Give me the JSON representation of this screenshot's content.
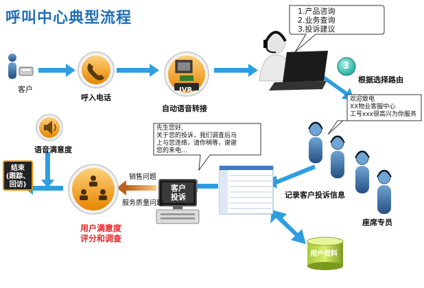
{
  "title": "呼叫中心典型流程",
  "nodes": {
    "customer": "客户",
    "incoming_call": "呼入电话",
    "ivr_tag": "IVR",
    "ivr": "自动语音转接",
    "routing_step": "3",
    "routing": "根据选择路由",
    "satisfaction_voice": "语音满意度",
    "end_lines": [
      "结束",
      "(跟踪、",
      "回访)"
    ],
    "evaluation_lines": [
      "用户满意度",
      "评分和调查"
    ],
    "complaint_lines": [
      "客户",
      "投诉"
    ],
    "sales_issue": "销售问题",
    "service_issue": "服务质量问题",
    "record": "记录客户投诉信息",
    "agents": "座席专员",
    "customer_data": "用户资料"
  },
  "bubbles": {
    "menu": [
      "1.产品咨询",
      "2.业务查询",
      "3.投诉建议"
    ],
    "greeting": [
      "欢迎致电",
      "XX物业客服中心",
      "工号xxx很高兴为你服务"
    ],
    "reply": [
      "先生您好,",
      "关于您的投诉，我们调查后马",
      "上与您连络，请你稍等，谢谢",
      "您的来电…"
    ]
  },
  "colors": {
    "title": "#1f6fb5",
    "arrow": "#2e9ee0",
    "orange_accent": "#f08a00",
    "red_text": "#e8262a",
    "agent_body": "#3b6fa5",
    "step_badge": "#1aa89a"
  },
  "icons": [
    "customer-icon",
    "phone-icon",
    "ivr-icon",
    "headset-agent-icon",
    "laptop-icon",
    "speaker-icon",
    "users-icon",
    "computer-icon",
    "screenshot-icon",
    "database-icon"
  ]
}
